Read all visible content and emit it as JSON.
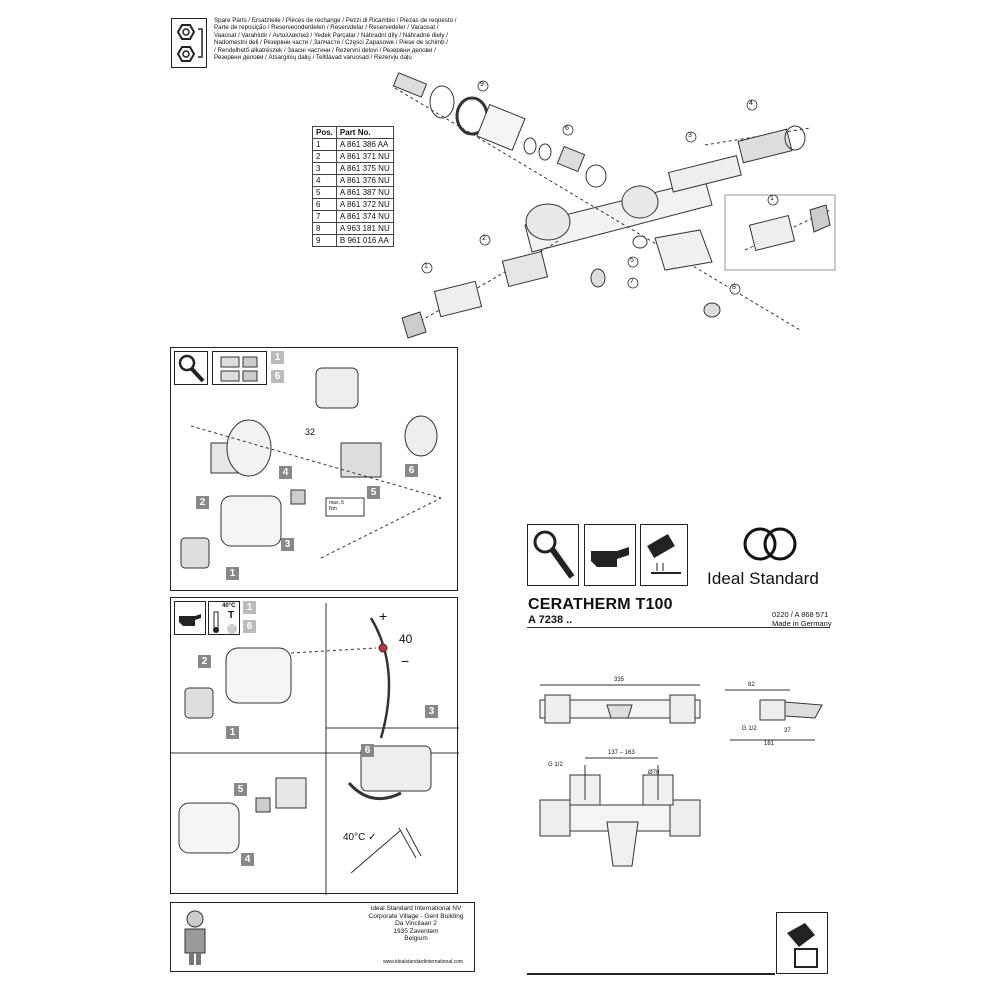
{
  "spare_parts": {
    "heading_lines": [
      "Spare Parts / Ersatzteile / Pièces de rechange / Pezzi di Ricambio / Piezas de requesto /",
      "Parte de reposição / Reserveonderdelen / Reservdelar / Reservedeler / Varaosat /",
      "Vaaosat / Varahlutir / Ανταλλακτικά / Yedek Parçalar / Náhradní díly / Náhradné diely /",
      "Nadomestni deli / Резервни части / Запчасти / Części Zapasowe / Piese de schimb /",
      "/ Rendelhető alkatrészek / Заасні частини / Rezervni delovi / Резервни делови /",
      "Резервни делови / Atsarginių dalių / Tellitavad varuosad / Rezervju daļu"
    ],
    "table": {
      "headers": [
        "Pos.",
        "Part No."
      ],
      "rows": [
        [
          "1",
          "A 861 386 AA"
        ],
        [
          "2",
          "A 861 371 NU"
        ],
        [
          "3",
          "A 861 375 NU"
        ],
        [
          "4",
          "A 861 376 NU"
        ],
        [
          "5",
          "A 861 387 NU"
        ],
        [
          "6",
          "A 861 372 NU"
        ],
        [
          "7",
          "A 861 374 NU"
        ],
        [
          "8",
          "A 963 181 NU"
        ],
        [
          "9",
          "B 961 016 AA"
        ]
      ]
    },
    "callouts": [
      "9",
      "6",
      "3",
      "4",
      "1",
      "2",
      "5",
      "7",
      "8",
      "1"
    ]
  },
  "panel_a": {
    "step_badges": [
      "1",
      "6"
    ],
    "numbers": [
      "1",
      "2",
      "3",
      "4",
      "5",
      "6"
    ],
    "torque_label": "32",
    "torque_note": "max. 5 Nm"
  },
  "panel_b": {
    "temp_icon_label": "40°C",
    "temp_icon_letter": "T",
    "step_badges": [
      "1",
      "6"
    ],
    "numbers": [
      "1",
      "2",
      "3"
    ],
    "scale_plus": "+",
    "scale_minus": "−",
    "scale_value": "40",
    "lower_numbers": [
      "4",
      "5",
      "6"
    ],
    "check_label": "40°C"
  },
  "brand": {
    "name": "Ideal Standard",
    "product": "CERATHERM T100",
    "code": "A 7238 ..",
    "doc_no": "0220 / A 868 571",
    "origin": "Made in Germany"
  },
  "dimensions": {
    "width": "335",
    "depth": "82",
    "spout": "161",
    "height": "37",
    "inlet": "G 1/2",
    "inlet2": "G 1/2",
    "centers": "137 – 163",
    "diam": "Ø70"
  },
  "address": {
    "lines": [
      "Ideal Standard International NV",
      "Corporate Village - Gent Building",
      "Da Vincilaan 2",
      "1935 Zaventem",
      "Belgium"
    ],
    "url": "www.idealstandardinternational.com"
  }
}
